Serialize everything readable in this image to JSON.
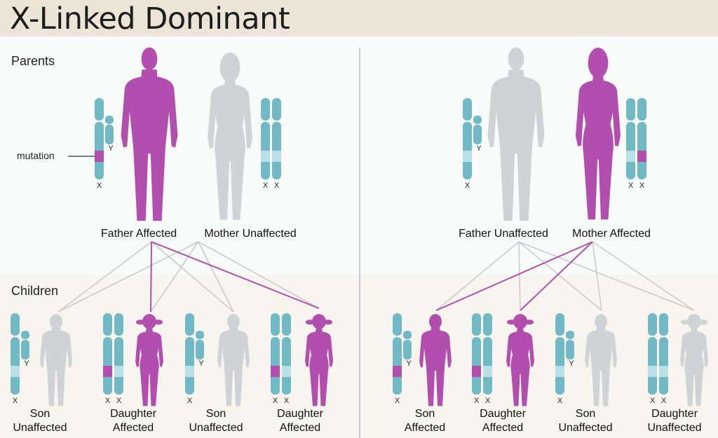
{
  "title": "X-Linked Dominant",
  "sections": {
    "parents": "Parents",
    "children": "Children"
  },
  "mutation_label": "mutation",
  "colors": {
    "affected": "#b24fae",
    "unaffected": "#cfd3d6",
    "chromosome": "#72b9c6",
    "band": "#b9e0e6",
    "mutation": "#b24fae",
    "line": "#c8ccce",
    "title_bg": "#ece5d7",
    "children_bg": "#f8f5ee"
  },
  "panels": [
    {
      "parents": [
        {
          "label": "Father Affected",
          "sex": "male",
          "affected": true,
          "chromosomes": [
            "X",
            "Y"
          ],
          "mutation_index": 0
        },
        {
          "label": "Mother Unaffected",
          "sex": "female",
          "affected": false,
          "chromosomes": [
            "X",
            "X"
          ],
          "mutation_index": null
        }
      ],
      "children": [
        {
          "label": [
            "Son",
            "Unaffected"
          ],
          "sex": "male",
          "affected": false,
          "chromosomes": [
            "X",
            "Y"
          ],
          "mutation_index": null
        },
        {
          "label": [
            "Daughter",
            "Affected"
          ],
          "sex": "female",
          "affected": true,
          "chromosomes": [
            "X",
            "X"
          ],
          "mutation_index": 0
        },
        {
          "label": [
            "Son",
            "Unaffected"
          ],
          "sex": "male",
          "affected": false,
          "chromosomes": [
            "X",
            "Y"
          ],
          "mutation_index": null
        },
        {
          "label": [
            "Daughter",
            "Affected"
          ],
          "sex": "female",
          "affected": true,
          "chromosomes": [
            "X",
            "X"
          ],
          "mutation_index": 0
        }
      ]
    },
    {
      "parents": [
        {
          "label": "Father Unaffected",
          "sex": "male",
          "affected": false,
          "chromosomes": [
            "X",
            "Y"
          ],
          "mutation_index": null
        },
        {
          "label": "Mother Affected",
          "sex": "female",
          "affected": true,
          "chromosomes": [
            "X",
            "X"
          ],
          "mutation_index": 1
        }
      ],
      "children": [
        {
          "label": [
            "Son",
            "Affected"
          ],
          "sex": "male",
          "affected": true,
          "chromosomes": [
            "X",
            "Y"
          ],
          "mutation_index": 0
        },
        {
          "label": [
            "Daughter",
            "Affected"
          ],
          "sex": "female",
          "affected": true,
          "chromosomes": [
            "X",
            "X"
          ],
          "mutation_index": 0
        },
        {
          "label": [
            "Son",
            "Unaffected"
          ],
          "sex": "male",
          "affected": false,
          "chromosomes": [
            "X",
            "Y"
          ],
          "mutation_index": null
        },
        {
          "label": [
            "Daughter",
            "Unaffected"
          ],
          "sex": "female",
          "affected": false,
          "chromosomes": [
            "X",
            "X"
          ],
          "mutation_index": null
        }
      ]
    }
  ]
}
